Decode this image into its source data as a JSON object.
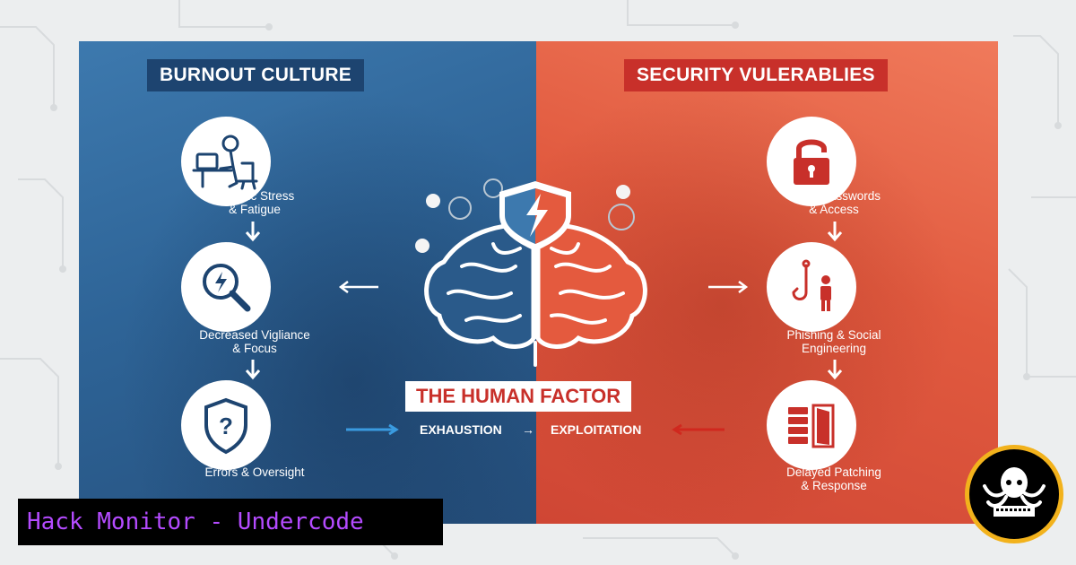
{
  "left_panel": {
    "title": "BURNOUT CULTURE",
    "steps": [
      {
        "line1": "Chronic Stress",
        "line2": "& Fatigue",
        "icon": "stressed-worker-icon"
      },
      {
        "line1": "Decreased Vigliance",
        "line2": "& Focus",
        "icon": "magnifier-icon"
      },
      {
        "line1": "Errors & Oversight",
        "line2": "",
        "icon": "question-shield-icon"
      }
    ]
  },
  "right_panel": {
    "title": "SECURITY VULERABLIES",
    "steps": [
      {
        "line1": "Weak Passwords",
        "line2": "& Access",
        "icon": "padlock-icon"
      },
      {
        "line1": "Phishing & Social",
        "line2": "Engineering",
        "icon": "phishing-hook-icon"
      },
      {
        "line1": "Delayed Patching",
        "line2": "& Response",
        "icon": "server-door-icon"
      }
    ]
  },
  "center": {
    "title": "THE HUMAN FACTOR",
    "flow_left": "EXHAUSTION",
    "flow_arrow": "→",
    "flow_right": "EXPLOITATION"
  },
  "banner": {
    "text": "Hack Monitor - Undercode"
  },
  "colors": {
    "left_panel": "#2e6497",
    "right_panel": "#e15a3f",
    "left_title_bg": "#1d4470",
    "right_title_bg": "#c8302a",
    "accent_red": "#c8302a",
    "banner_text": "#b44bff"
  }
}
